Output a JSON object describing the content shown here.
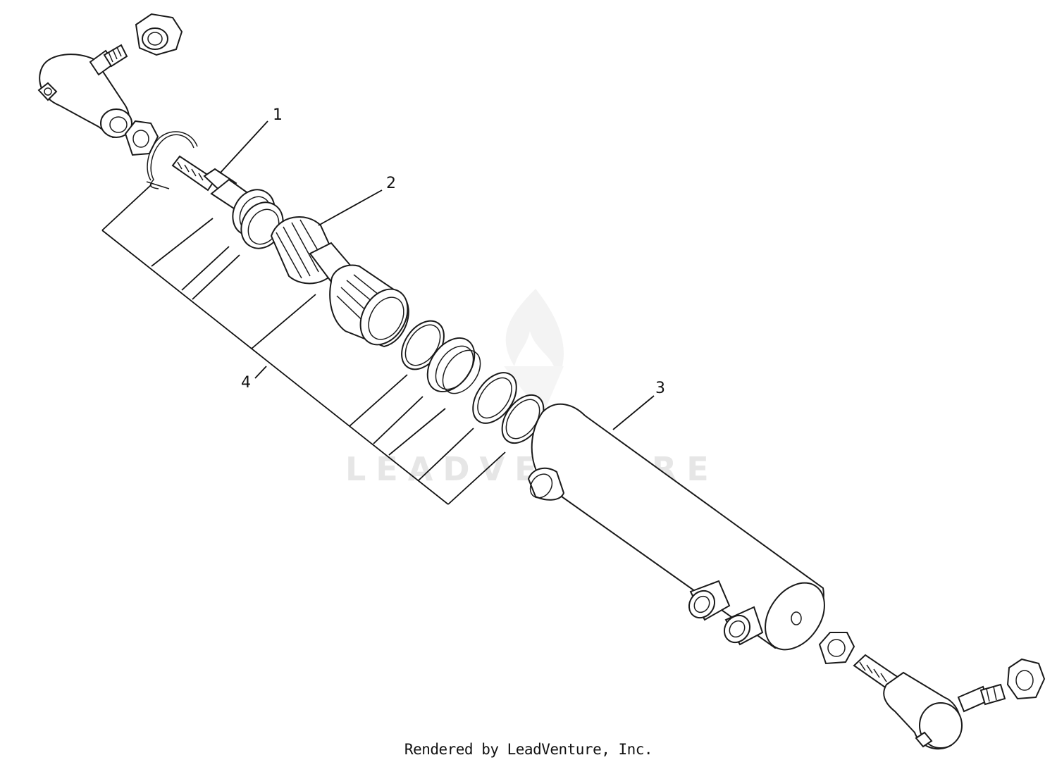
{
  "callouts": {
    "c1": "1",
    "c2": "2",
    "c3": "3",
    "c4": "4"
  },
  "watermark": {
    "text": "LEADVENTURE",
    "icon": "flame-logo-icon"
  },
  "footer": {
    "text": "Rendered by LeadVenture, Inc."
  }
}
